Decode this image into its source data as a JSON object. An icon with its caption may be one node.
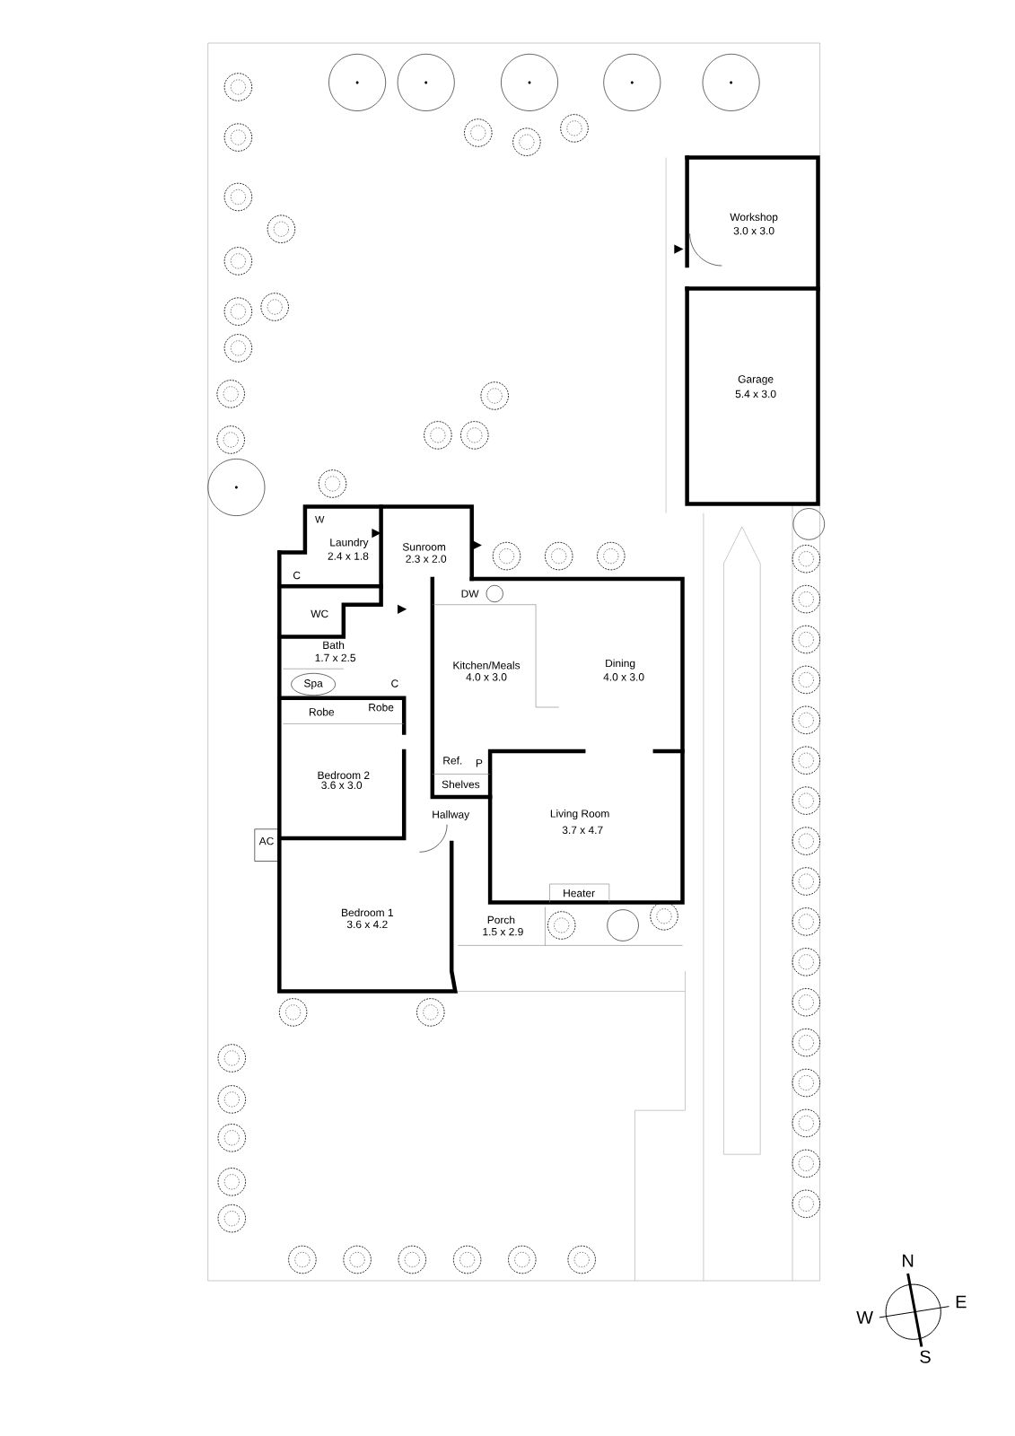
{
  "diagram": {
    "labels": [
      "Workshop",
      "3.0 x 3.0",
      "Garage",
      "5.4 x 3.0",
      "W",
      "Laundry",
      "2.4 x 1.8",
      "Sunroom",
      "2.3 x 2.0",
      "C",
      "DW",
      "WC",
      "Bath",
      "1.7 x 2.5",
      "Kitchen/Meals",
      "4.0 x 3.0",
      "Dining",
      "4.0 x 3.0",
      "Spa",
      "C",
      "Robe",
      "Robe",
      "Ref.",
      "P",
      "Bedroom 2",
      "3.6 x 3.0",
      "Shelves",
      "Hallway",
      "Living Room",
      "3.7 x 4.7",
      "AC",
      "Heater",
      "Porch",
      "1.5 x 2.9",
      "Bedroom 1",
      "3.6 x 4.2",
      "N",
      "W",
      "E",
      "S"
    ]
  }
}
